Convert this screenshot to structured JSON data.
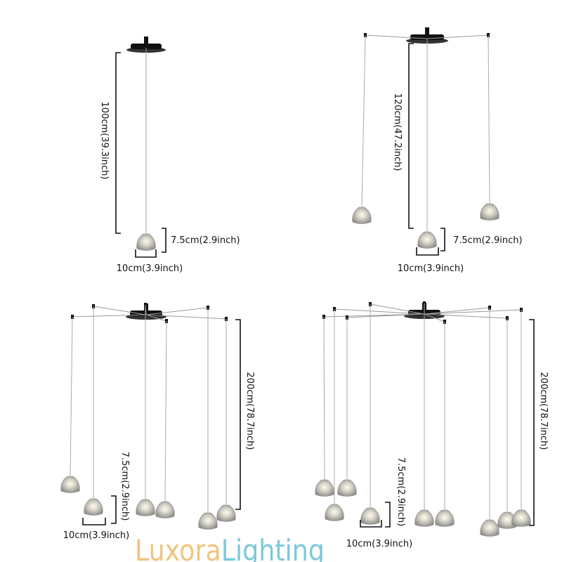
{
  "panels": [
    {
      "lights": 1,
      "length_label": "100cm(39.3inch)",
      "height_label": "7.5cm(2.9inch)",
      "width_label": "10cm(3.9inch)"
    },
    {
      "lights": 3,
      "length_label": "120cm(47.2inch)",
      "height_label": "7.5cm(2.9inch)",
      "width_label": "10cm(3.9inch)"
    },
    {
      "lights": 6,
      "length_label": "200cm(78.7inch)",
      "height_label": "7.5cm(2.9inch)",
      "width_label": "10cm(3.9inch)"
    },
    {
      "lights": 9,
      "length_label": "200cm(78.7inch)",
      "height_label": "7.5cm(2.9inch)",
      "width_label": "10cm(3.9inch)"
    }
  ],
  "watermark": {
    "part1": "Luxora",
    "part2": "Lighting",
    "color1": "#f0c47f",
    "color2": "#7cc8dc"
  }
}
